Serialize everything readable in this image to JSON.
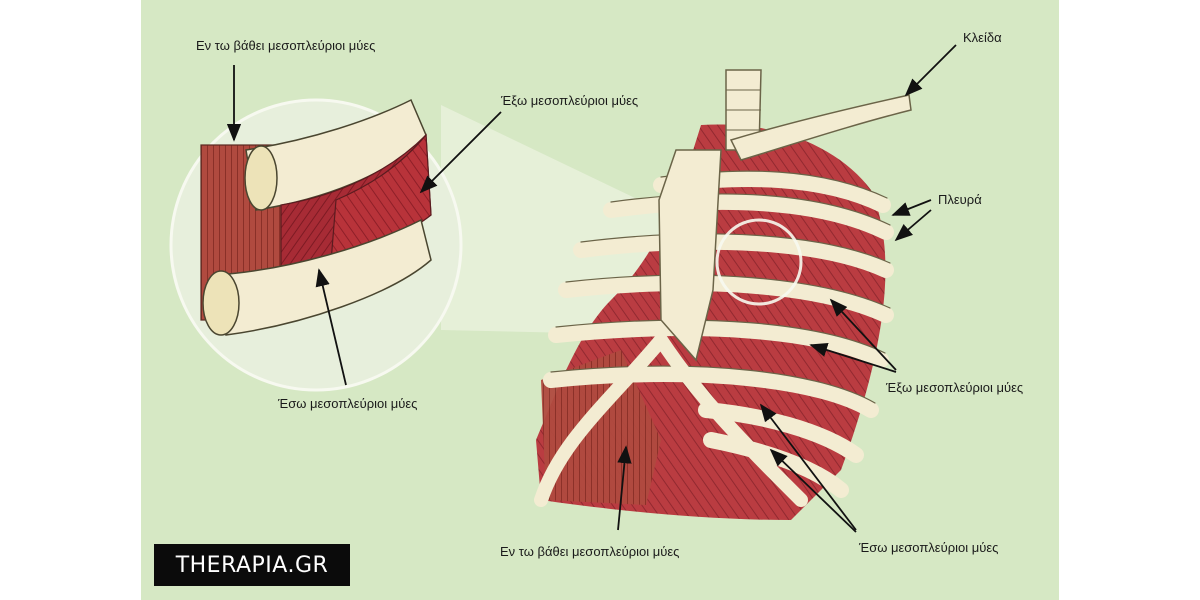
{
  "labels": {
    "deep_top": "Εν τω βάθει μεσοπλεύριοι μύες",
    "external_top": "Έξω μεσοπλεύριοι μύες",
    "internal_left": "Έσω μεσοπλεύριοι μύες",
    "clavicle": "Κλείδα",
    "rib": "Πλευρά",
    "external_right": "Έξω μεσοπλεύριοι μύες",
    "deep_bottom": "Εν τω βάθει μεσοπλεύριοι μύες",
    "internal_right": "Έσω μεσοπλεύριοι μύες"
  },
  "brand": {
    "text": "THERAPIA.GR"
  },
  "colors": {
    "background": "#d6e8c4",
    "bone": "#f3ecd2",
    "muscle": "#b8333a",
    "brand_bg": "#0b0b0b"
  }
}
